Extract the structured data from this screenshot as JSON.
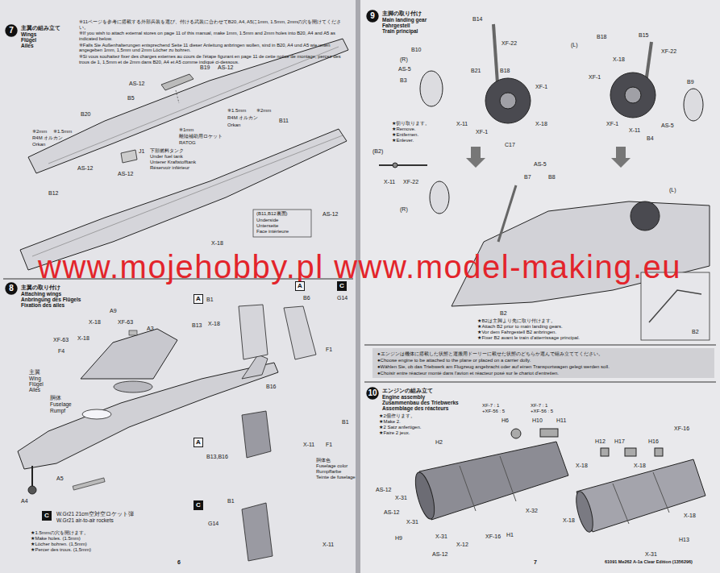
{
  "diagram": {
    "nodes": [
      {
        "text": [
          "7"
        ]
      },
      {
        "text": [
          "8"
        ]
      },
      {
        "text": [
          "A"
        ]
      },
      {
        "text": [
          "A"
        ]
      },
      {
        "text": [
          "C"
        ]
      },
      {
        "text": [
          "A"
        ]
      },
      {
        "text": [
          "C"
        ]
      },
      {
        "text": [
          "C"
        ]
      },
      {
        "text": [
          "9"
        ]
      },
      {
        "text": [
          "10"
        ]
      }
    ],
    "labels": [
      "主翼の組み立て",
      "Wings",
      "Flügel",
      "Ailes",
      "※11ページを参考に搭載する外部兵装を選び、付ける武装に合わせてB20, A4, A5に1mm, 1.5mm, 2mmの穴を開けてください。",
      "※If you wish to attach external stores on page 11 of this manual, make 1mm, 1.5mm and 2mm holes into B20, A4 and A5 as indicated below.",
      "※Falls Sie Außenhalterungen entsprechend Seite 11 dieser Anleitung anbringen wollen, sind in B20, A4 und A5 wie unten angegeben 1mm, 1,5mm und 2mm Löcher zu bohren.",
      "※Si vous souhaitez fixer des charges externes au cours de l'étape figurant en page 11 de cette notice de montage, percez des trous de 1, 1,5mm et de 2mm dans B20, A4 et A5 comme indiqué ci-dessous.",
      "AS-12",
      "B19",
      "AS-12",
      "B5",
      "B20",
      "※1.5mm",
      "※2mm",
      "R4M オルカン",
      "Orkan",
      "※1mm",
      "離陸補助用ロケット",
      "RATOG",
      "※2mm",
      "※1.5mm",
      "R4M オルカン",
      "Orkan",
      "AS-12",
      "J1",
      "下部燃料タンク",
      "Under fuel tank",
      "Unterer Kraftstofftank",
      "Réservoir inférieur",
      "AS-12",
      "B11",
      "B12",
      "(B11,B12裏面)",
      "Underside",
      "Unterseite",
      "Face intérieure",
      "AS-12",
      "X-18",
      "主翼の取り付け",
      "Attaching wings",
      "Anbringung des Flügels",
      "Fixation des ailes",
      "A9",
      "X-18",
      "XF-63",
      "A3",
      "F4",
      "X-18",
      "XF-63",
      "X-18",
      "主翼",
      "Wing",
      "Flügel",
      "Ailes",
      "胴体",
      "Fuselage",
      "Rumpf",
      "A5",
      "A4",
      "W.Gr21 21cm空対空ロケット弾",
      "W.Gr21 air-to-air rockets",
      "★1.5mmの穴を開けます。",
      "★Make holes. (1.5mm)",
      "★Löcher bohren. (1,5mm)",
      "★Percer des trous. (1,5mm)",
      "B1",
      "B13",
      "B6",
      "G14",
      "F1",
      "B16",
      "B1",
      "X-11",
      "F1",
      "B13,B16",
      "胴体色",
      "Fuselage color",
      "Rumpffarbe",
      "Teinte de fuselage",
      "B1",
      "G14",
      "X-11",
      "6",
      "主脚の取り付け",
      "Main landing gear",
      "Fahrgestell",
      "Train principal",
      "B14",
      "XF-22",
      "B10",
      "(R)",
      "B21",
      "B18",
      "AS-5",
      "B3",
      "XF-1",
      "X-11",
      "XF-1",
      "X-18",
      "(L)",
      "B18",
      "B15",
      "X-18",
      "XF-22",
      "XF-1",
      "B9",
      "XF-1",
      "X-11",
      "AS-5",
      "B4",
      "★切り取ります。",
      "★Remove.",
      "★Entfernen.",
      "★Enlever.",
      "(B2)",
      "X-11",
      "XF-22",
      "C17",
      "AS-5",
      "B7",
      "B8",
      "(L)",
      "(R)",
      "B2",
      "★B2は主脚より先に取り付けます。",
      "★Attach B2 prior to main landing gears.",
      "★Vor dem Fahrgestell B2 anbringen.",
      "★Fixer B2 avant le train d'atterrissage principal.",
      "B2",
      "●エンジンは機体に搭載した状態と運搬用ドーリーに載せた状態のどちらか選んで組み立ててください。",
      "●Choose engine to be attached to the plane or placed on a carrier dolly.",
      "●Wählen Sie, ob das Triebwerk am Flugzeug angebracht oder auf einen Transportwagen gelegt werden soll.",
      "●Choisir entre réacteur monté dans l'avion et réacteur posé sur le chariot d'entretien.",
      "エンジンの組み立て",
      "Engine assembly",
      "Zusammenbau des Triebwerks",
      "Assemblage des réacteurs",
      "★2個作ります。",
      "★Make 2.",
      "★2 Satz anfertigen.",
      "★Faire 2 jeux.",
      "H2",
      "XF-7 : 1",
      "+XF-56 : 5",
      "H6",
      "XF-7 : 1",
      "+XF-56 : 5",
      "H10",
      "H11",
      "XF-16",
      "H12",
      "H17",
      "H16",
      "X-18",
      "X-18",
      "X-18",
      "AS-12",
      "X-31",
      "AS-12",
      "X-31",
      "H9",
      "X-31",
      "AS-12",
      "X-12",
      "XF-16",
      "H1",
      "X-32",
      "X-18",
      "H13",
      "X-31",
      "7",
      "61091 Me262 A-1a Clear Edition (1356296)",
      "www.mojehobby.pl www.model-making.eu"
    ]
  }
}
